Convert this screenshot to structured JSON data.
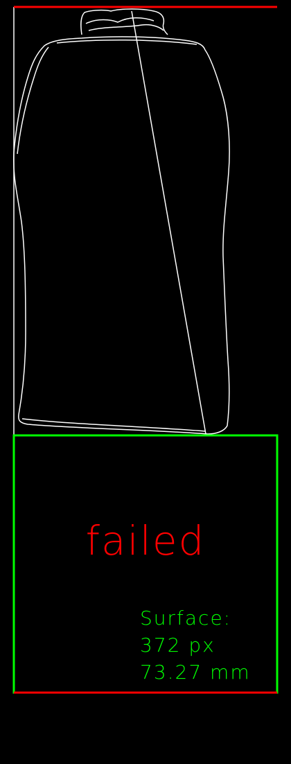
{
  "result": {
    "status": "failed"
  },
  "measurement": {
    "label": "Surface:",
    "pixels": "372 px",
    "millimeters": "73.27 mm"
  },
  "colors": {
    "background": "#000000",
    "contour": "#ffffff",
    "limit_line": "#ff0000",
    "box": "#00ff00",
    "status": "#ff0000",
    "readout": "#00ff00"
  }
}
